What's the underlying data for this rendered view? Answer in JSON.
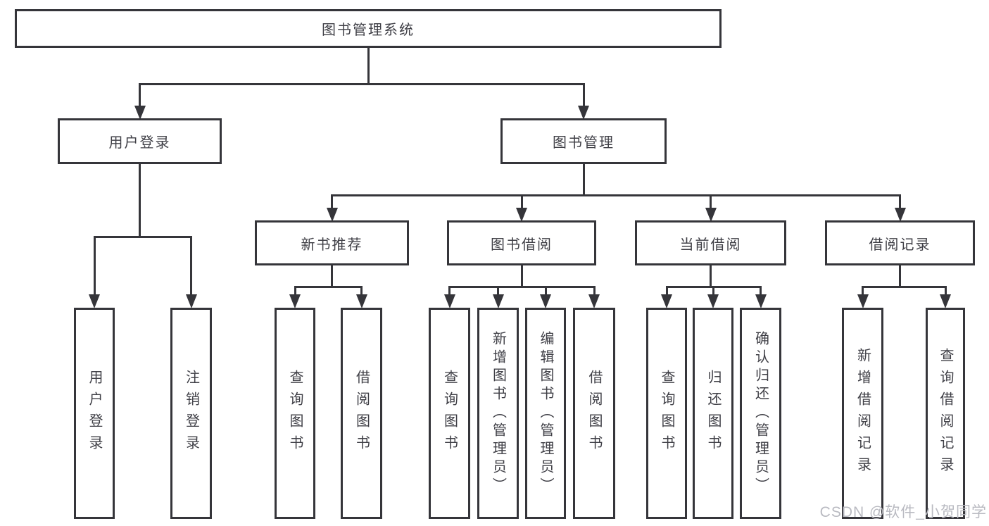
{
  "diagram": {
    "root": {
      "label": "图书管理系统",
      "children": [
        {
          "label": "用户登录",
          "children": [
            {
              "label": "用户登录"
            },
            {
              "label": "注销登录"
            }
          ]
        },
        {
          "label": "图书管理",
          "children": [
            {
              "label": "新书推荐",
              "children": [
                {
                  "label": "查询图书"
                },
                {
                  "label": "借阅图书"
                }
              ]
            },
            {
              "label": "图书借阅",
              "children": [
                {
                  "label": "查询图书"
                },
                {
                  "label": "新增图书（管理员）"
                },
                {
                  "label": "编辑图书（管理员）"
                },
                {
                  "label": "借阅图书"
                }
              ]
            },
            {
              "label": "当前借阅",
              "children": [
                {
                  "label": "查询图书"
                },
                {
                  "label": "归还图书"
                },
                {
                  "label": "确认归还（管理员）"
                }
              ]
            },
            {
              "label": "借阅记录",
              "children": [
                {
                  "label": "新增借阅记录"
                },
                {
                  "label": "查询借阅记录"
                }
              ]
            }
          ]
        }
      ]
    }
  },
  "watermark": {
    "text": "CSDN @软件_小贺同学"
  },
  "colors": {
    "line": "#35353a",
    "text": "#3f3f46",
    "watermark": "#b9bac1",
    "background": "#ffffff"
  }
}
